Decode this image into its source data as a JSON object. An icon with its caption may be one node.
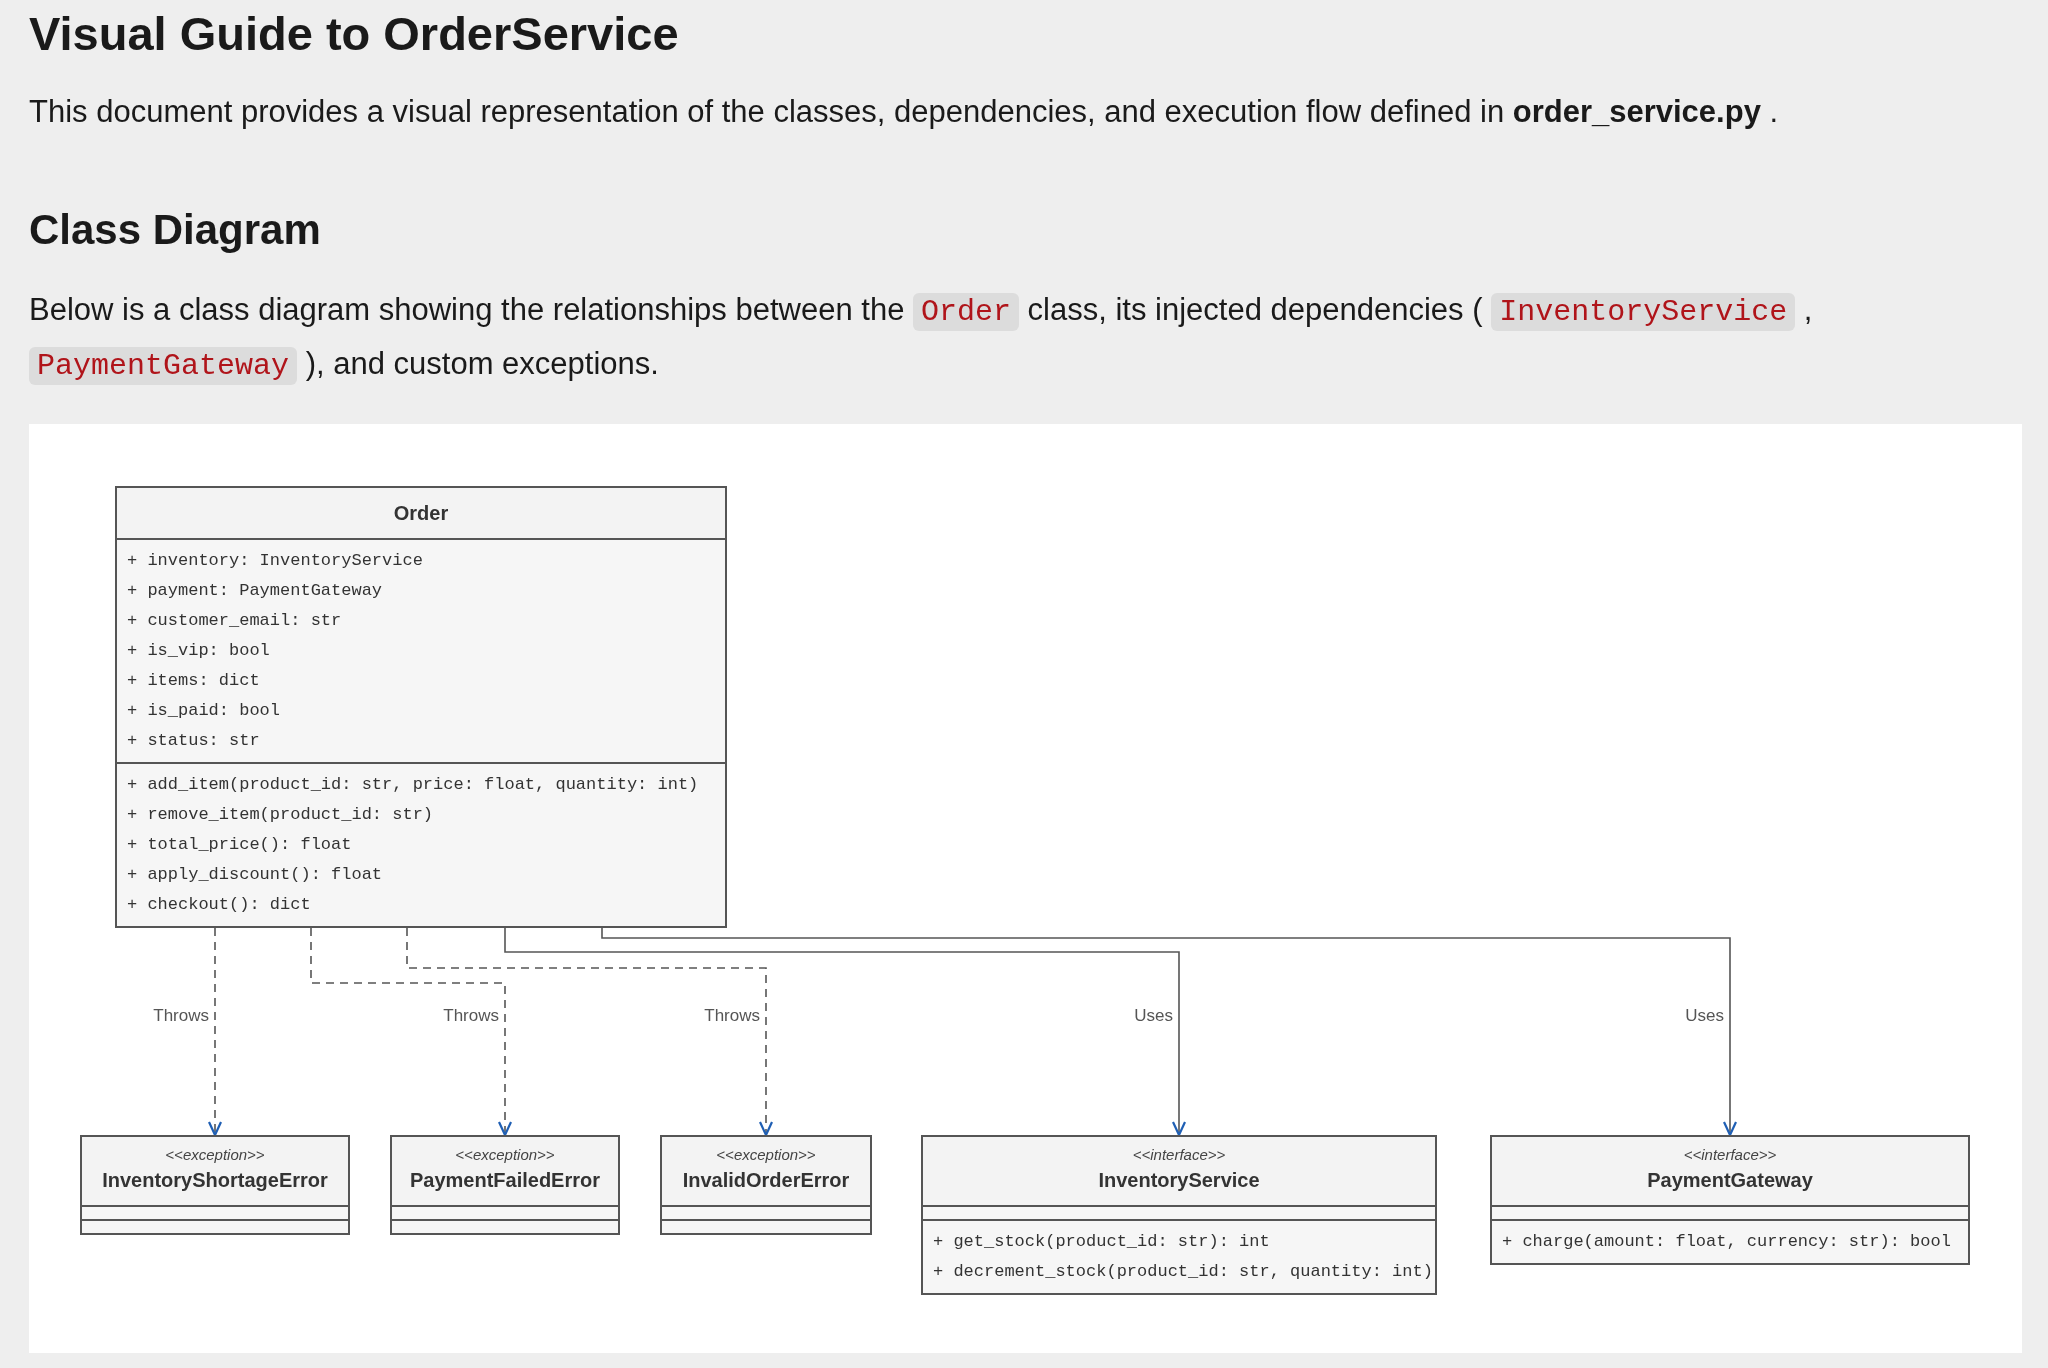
{
  "diagram": {
    "title": "Visual Guide to OrderService",
    "nodes": [
      {
        "text": [
          "Order",
          "+ inventory: InventoryService",
          "+ payment: PaymentGateway",
          "+ customer_email: str",
          "+ is_vip: bool",
          "+ items: dict",
          "+ is_paid: bool",
          "+ status: str",
          "+ add_item(product_id: str, price: float, quantity: int)",
          "+ remove_item(product_id: str)",
          "+ total_price(): float",
          "+ apply_discount(): float",
          "+ checkout(): dict"
        ]
      },
      {
        "text": [
          "<<exception>>",
          "InventoryShortageError"
        ]
      },
      {
        "text": [
          "<<exception>>",
          "PaymentFailedError"
        ]
      },
      {
        "text": [
          "<<exception>>",
          "InvalidOrderError"
        ]
      },
      {
        "text": [
          "<<interface>>",
          "InventoryService",
          "+ get_stock(product_id: str): int",
          "+ decrement_stock(product_id: str, quantity: int)"
        ]
      },
      {
        "text": [
          "<<interface>>",
          "PaymentGateway",
          "+ charge(amount: float, currency: str): bool"
        ]
      }
    ],
    "edges": [
      {
        "from": 0,
        "to": 1,
        "arrow": "to",
        "style": "dashed",
        "label": "Throws"
      },
      {
        "from": 0,
        "to": 2,
        "arrow": "to",
        "style": "dashed",
        "label": "Throws"
      },
      {
        "from": 0,
        "to": 3,
        "arrow": "to",
        "style": "dashed",
        "label": "Throws"
      },
      {
        "from": 0,
        "to": 4,
        "arrow": "to",
        "label": "Uses"
      },
      {
        "from": 0,
        "to": 5,
        "arrow": "to",
        "label": "Uses"
      }
    ],
    "labels": [
      "This document provides a visual representation of the classes, dependencies, and execution flow defined in **order_service.py** .",
      "Class Diagram",
      "Below is a class diagram showing the relationships between the",
      "Order",
      "class, its injected dependencies (",
      "InventoryService",
      ",",
      "PaymentGateway",
      "), and custom exceptions."
    ]
  }
}
